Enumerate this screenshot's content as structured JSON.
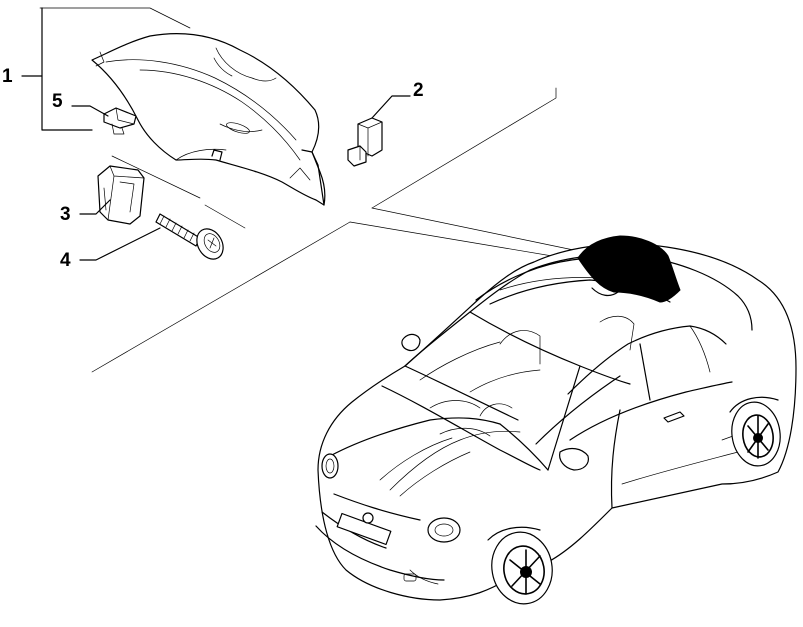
{
  "callouts": [
    {
      "label": "1"
    },
    {
      "label": "2"
    },
    {
      "label": "3"
    },
    {
      "label": "4"
    },
    {
      "label": "5"
    }
  ],
  "part_colors": {
    "line": "#000000",
    "background": "#ffffff",
    "highlight_part": "#000000"
  }
}
